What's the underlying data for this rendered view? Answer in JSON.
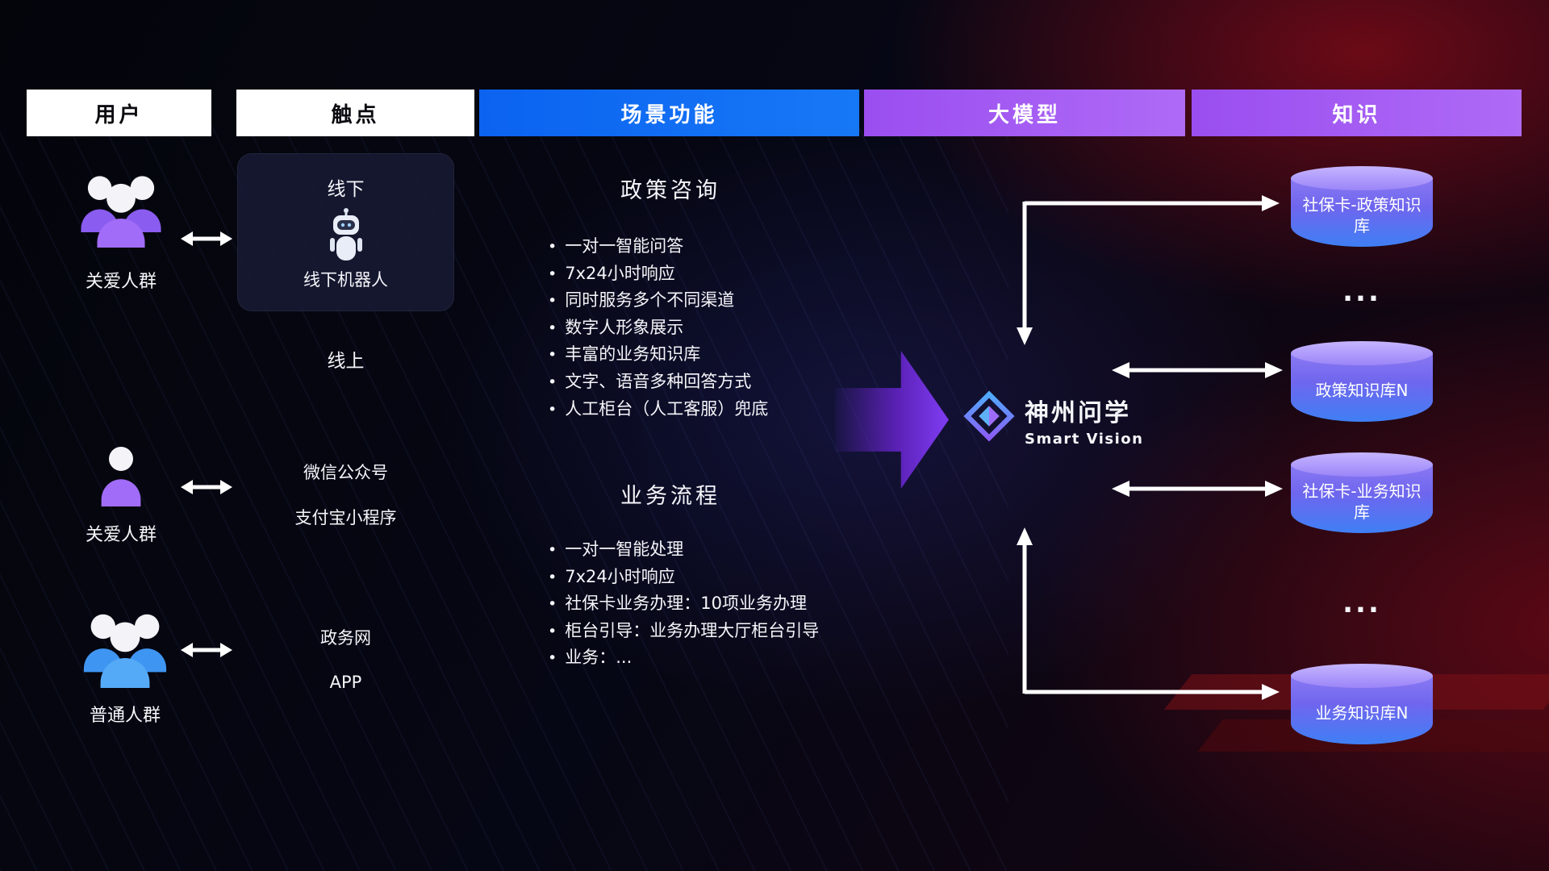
{
  "headers": [
    {
      "label": "用户"
    },
    {
      "label": "触点"
    },
    {
      "label": "场景功能"
    },
    {
      "label": "大模型"
    },
    {
      "label": "知识"
    }
  ],
  "users": [
    {
      "label": "关爱人群"
    },
    {
      "label": "关爱人群"
    },
    {
      "label": "普通人群"
    }
  ],
  "touchpoints": {
    "offline_title": "线下",
    "offline_robot_label": "线下机器人",
    "online_title": "线上",
    "channels": [
      "微信公众号",
      "支付宝小程序",
      "政务网",
      "APP"
    ]
  },
  "scenarios": {
    "policy": {
      "title": "政策咨询",
      "items": [
        "一对一智能问答",
        "7x24小时响应",
        "同时服务多个不同渠道",
        "数字人形象展示",
        "丰富的业务知识库",
        "文字、语音多种回答方式",
        "人工柜台（人工客服）兜底"
      ]
    },
    "business": {
      "title": "业务流程",
      "items": [
        "一对一智能处理",
        "7x24小时响应",
        "社保卡业务办理：10项业务办理",
        "柜台引导：业务办理大厅柜台引导",
        "业务：..."
      ]
    }
  },
  "model": {
    "name": "神州问学",
    "subtitle": "Smart Vision"
  },
  "knowledge": {
    "db1": "社保卡-政策知识库",
    "dots1": "...",
    "db2": "政策知识库N",
    "db3": "社保卡-业务知识库",
    "dots2": "...",
    "db4": "业务知识库N"
  },
  "colors": {
    "header_blue": "#0d6ef5",
    "header_purple": "#a155f2",
    "people_purple": "#9d6cf5",
    "people_blue": "#4ea3f5",
    "cylinder_top": "#b9a6fb",
    "cylinder_bottom": "#3f7ff5"
  }
}
